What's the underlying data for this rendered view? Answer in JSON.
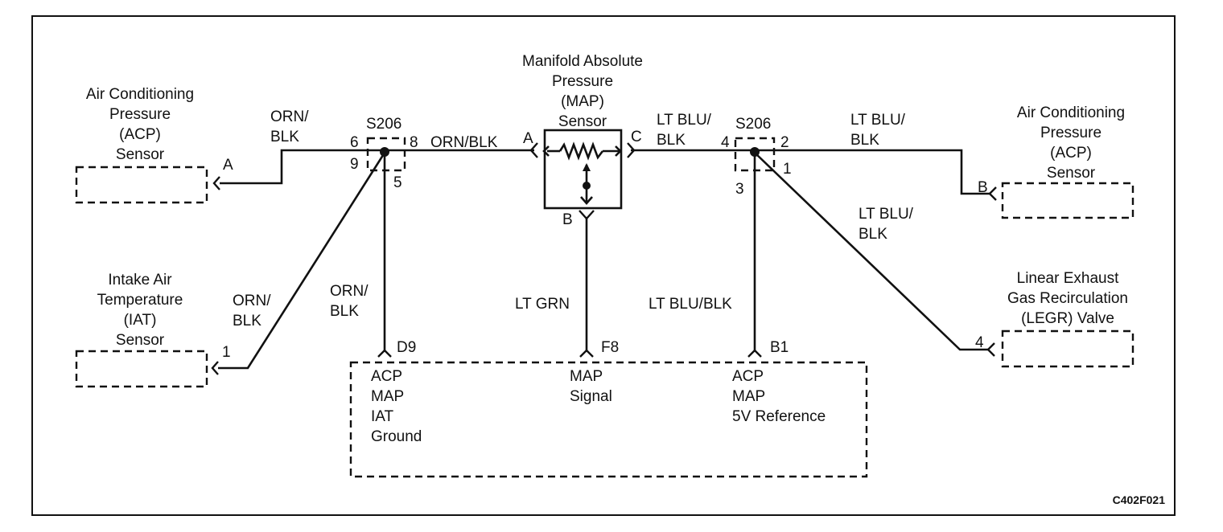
{
  "components": {
    "acp_left": [
      "Air Conditioning",
      "Pressure",
      "(ACP)",
      "Sensor"
    ],
    "iat": [
      "Intake Air",
      "Temperature",
      "(IAT)",
      "Sensor"
    ],
    "map": [
      "Manifold Absolute",
      "Pressure",
      "(MAP)",
      "Sensor"
    ],
    "acp_right": [
      "Air Conditioning",
      "Pressure",
      "(ACP)",
      "Sensor"
    ],
    "legr": [
      "Linear Exhaust",
      "Gas Recirculation",
      "(LEGR) Valve"
    ],
    "pcm": {
      "d9": [
        "ACP",
        "MAP",
        "IAT",
        "Ground"
      ],
      "f8": [
        "MAP",
        "Signal"
      ],
      "b1": [
        "ACP",
        "MAP",
        "5V Reference"
      ]
    }
  },
  "splices": {
    "left": "S206",
    "right": "S206"
  },
  "pins": {
    "acp_left": "A",
    "iat": "1",
    "s206_left": [
      "6",
      "8",
      "9",
      "5"
    ],
    "map_a": "A",
    "map_c": "C",
    "map_b": "B",
    "s206_right": [
      "4",
      "2",
      "1",
      "3"
    ],
    "acp_right": "B",
    "legr": "4",
    "d9": "D9",
    "f8": "F8",
    "b1": "B1"
  },
  "wires": {
    "acp_left_1": "ORN/",
    "acp_left_2": "BLK",
    "splice_to_map": "ORN/BLK",
    "iat_1": "ORN/",
    "iat_2": "BLK",
    "d9_1": "ORN/",
    "d9_2": "BLK",
    "map_signal": "LT GRN",
    "map_to_splice_1": "LT BLU/",
    "map_to_splice_2": "BLK",
    "acp_right_1": "LT BLU/",
    "acp_right_2": "BLK",
    "legr_1": "LT BLU/",
    "legr_2": "BLK",
    "b1": "LT BLU/BLK"
  },
  "figure_id": "C402F021"
}
